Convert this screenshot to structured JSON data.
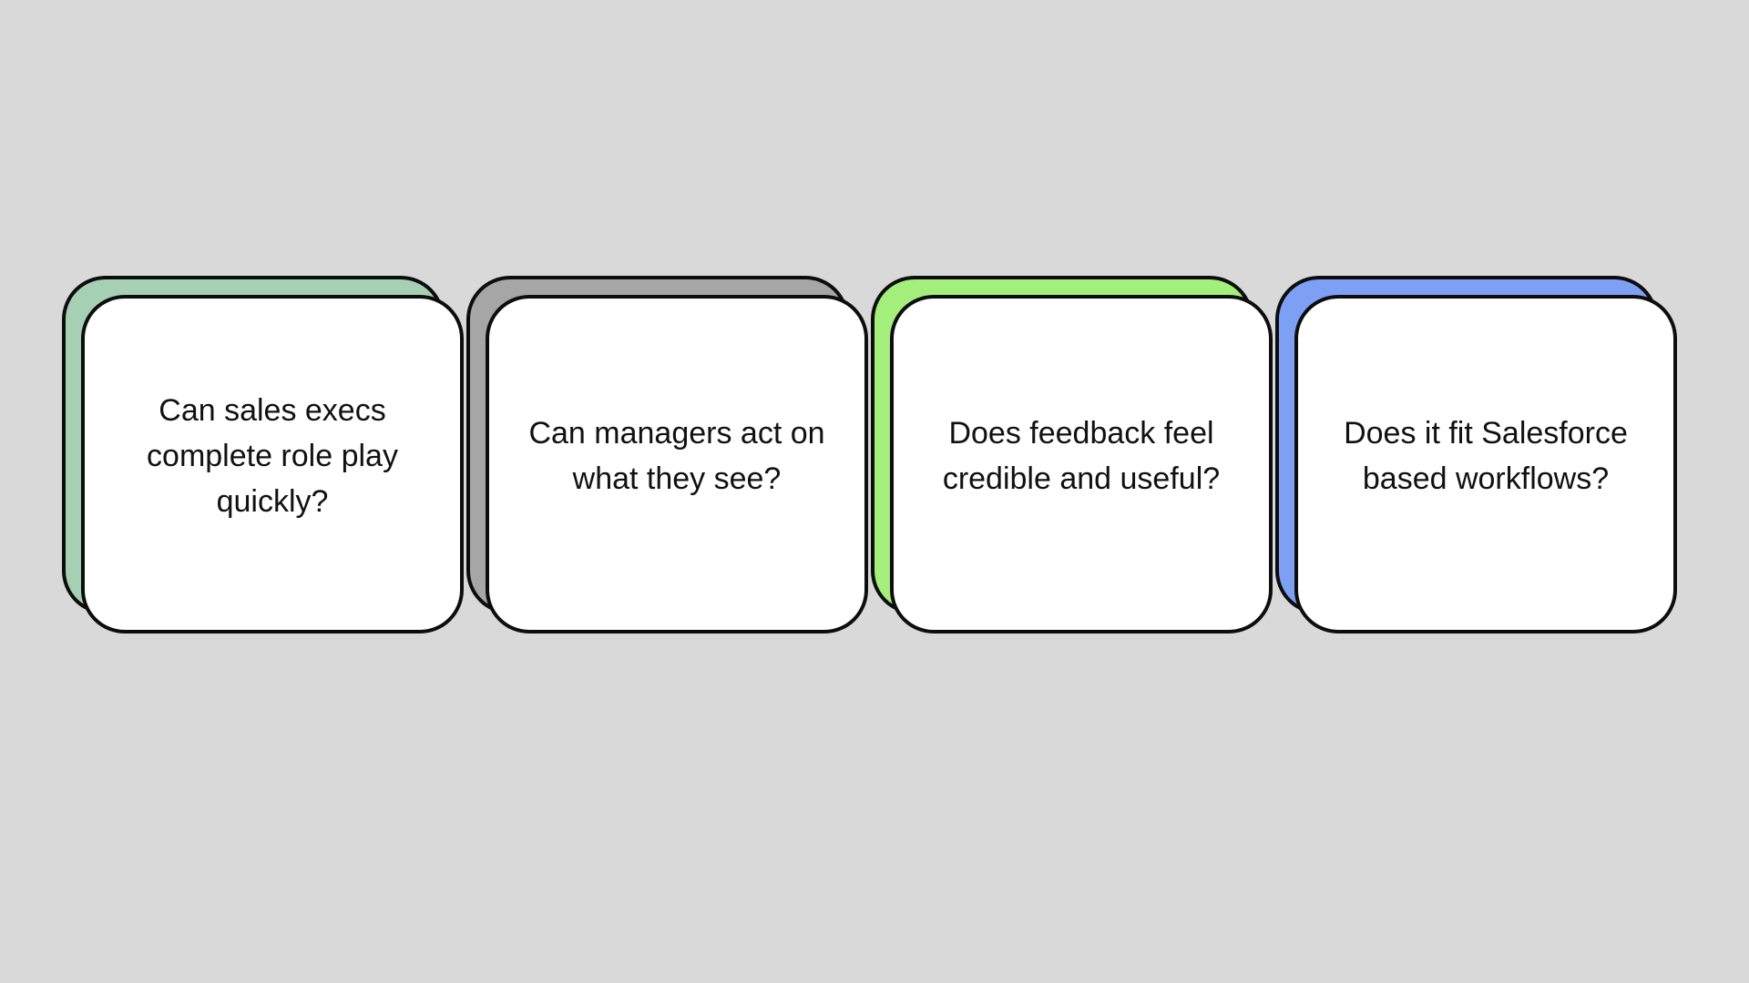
{
  "canvas": {
    "background": "#d9d9d9",
    "card_fill": "#ffffff",
    "border_color": "#0d0d0d",
    "text_color": "#111111"
  },
  "cards": [
    {
      "id": "sales-execs-role-play",
      "accent": "#a5d0b4",
      "text": "Can sales execs\ncomplete role play\nquickly?"
    },
    {
      "id": "managers-act",
      "accent": "#a6a6a6",
      "text": "Can managers act on\nwhat they see?"
    },
    {
      "id": "feedback-credible",
      "accent": "#a4ef7b",
      "text": "Does feedback feel\ncredible and useful?"
    },
    {
      "id": "salesforce-workflows",
      "accent": "#7da0f5",
      "text": "Does it fit Salesforce\nbased workflows?"
    }
  ]
}
